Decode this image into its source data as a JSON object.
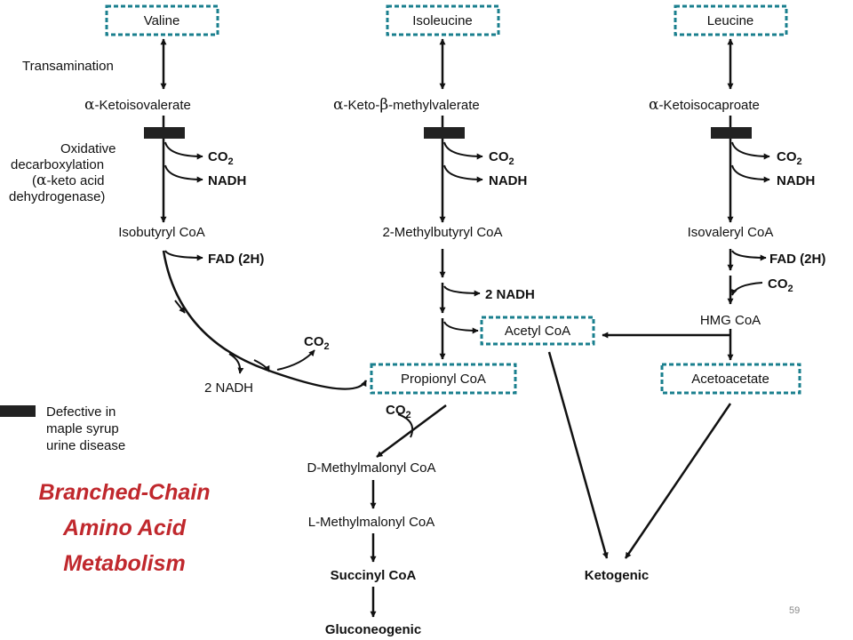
{
  "amino_acids": {
    "valine": "Valine",
    "isoleucine": "Isoleucine",
    "leucine": "Leucine"
  },
  "steps": {
    "transamination": "Transamination"
  },
  "enzyme_note": {
    "line1": "Oxidative",
    "line2": "decarboxylation",
    "line3": "-keto acid",
    "line4": "dehydrogenase)"
  },
  "keto_acids": {
    "valine": {
      "prefix": "-Ketoisovalerate"
    },
    "isoleucine": {
      "part1": "-Keto-",
      "part2": "-methylvalerate"
    },
    "leucine": {
      "prefix": "-Ketoisocaproate"
    }
  },
  "greek": {
    "alpha": "α",
    "beta": "β"
  },
  "byproducts": {
    "co2": "CO",
    "co2_sub": "2",
    "nadh": "NADH",
    "fad": "FAD (2H)",
    "two_nadh_1": "2 NADH",
    "two_nadh_2": "2 NADH"
  },
  "intermediates": {
    "isobutyryl": "Isobutyryl CoA",
    "methylbutyryl": "2-Methylbutyryl CoA",
    "isovaleryl": "Isovaleryl CoA",
    "hmg": "HMG CoA",
    "acetyl": "Acetyl CoA",
    "propionyl": "Propionyl CoA",
    "acetoacetate": "Acetoacetate",
    "d_methylmalonyl_prefix": "D",
    "d_methylmalonyl": "-Methylmalonyl CoA",
    "l_methylmalonyl_prefix": "L",
    "l_methylmalonyl": "-Methylmalonyl CoA",
    "succinyl": "Succinyl CoA"
  },
  "outcomes": {
    "gluconeogenic": "Gluconeogenic",
    "ketogenic": "Ketogenic"
  },
  "legend": {
    "line1": "Defective in",
    "line2": "maple syrup",
    "line3": "urine disease"
  },
  "slide_title": {
    "line1": "Branched-Chain",
    "line2": "Amino Acid",
    "line3": "Metabolism"
  },
  "slide_number": "59",
  "colors": {
    "box_border": "#1a7f8e",
    "title": "#c0282d",
    "ink": "#111111",
    "slide_number": "#8a8a8a"
  }
}
